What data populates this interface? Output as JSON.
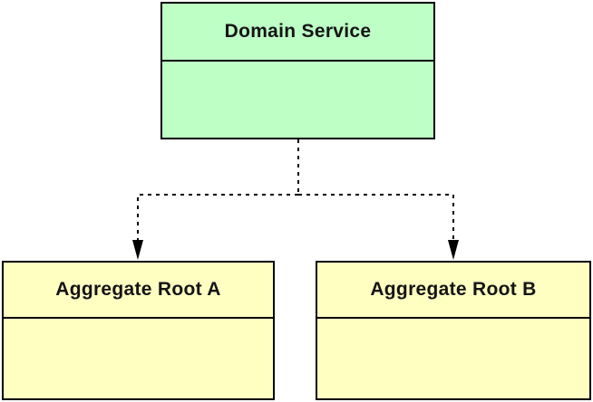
{
  "diagram": {
    "background": "#ffffff",
    "border_color": "#000000",
    "nodes": [
      {
        "id": "domain-service",
        "label": "Domain Service",
        "fill": "#bdffc5",
        "compartments": 2
      },
      {
        "id": "aggregate-root-a",
        "label": "Aggregate Root A",
        "fill": "#ffffc2",
        "compartments": 2
      },
      {
        "id": "aggregate-root-b",
        "label": "Aggregate Root B",
        "fill": "#ffffc2",
        "compartments": 2
      }
    ],
    "connectors": {
      "color": "#000000",
      "line_style": "dashed",
      "arrowhead": "filled-triangle",
      "edges": [
        {
          "from": "domain-service",
          "to": "aggregate-root-a"
        },
        {
          "from": "domain-service",
          "to": "aggregate-root-b"
        }
      ]
    }
  }
}
